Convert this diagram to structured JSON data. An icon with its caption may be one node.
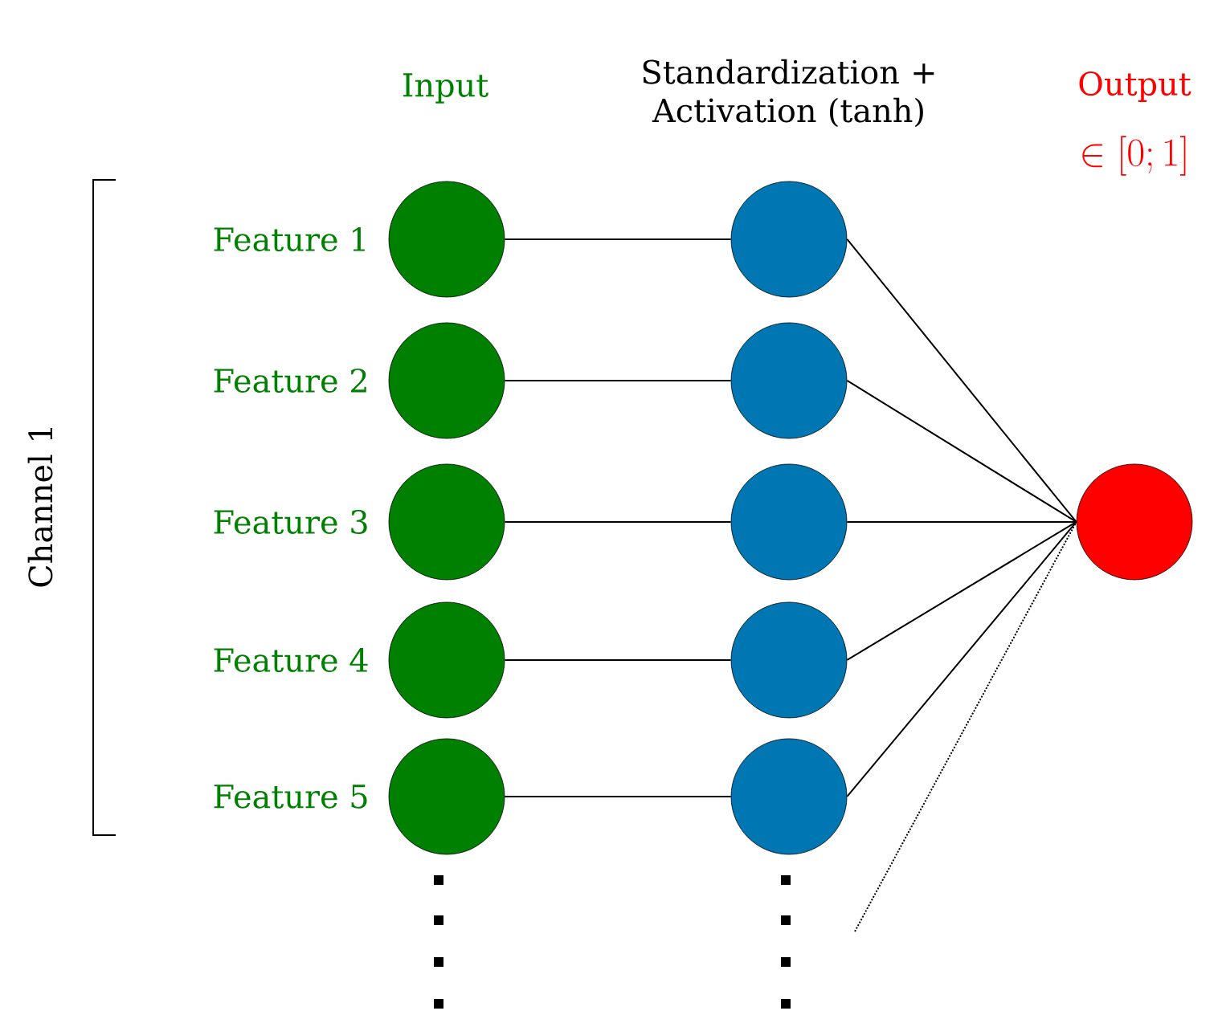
{
  "diagram": {
    "nodes": [
      {
        "text": [],
        "shape": "circle",
        "beside": [
          "Feature 1"
        ]
      },
      {
        "text": [],
        "shape": "circle",
        "beside": [
          "Feature 2"
        ]
      },
      {
        "text": [],
        "shape": "circle",
        "beside": [
          "Feature 3"
        ]
      },
      {
        "text": [],
        "shape": "circle",
        "beside": [
          "Feature 4"
        ]
      },
      {
        "text": [],
        "shape": "circle",
        "beside": [
          "Feature 5"
        ]
      },
      {
        "text": [],
        "shape": "circle"
      },
      {
        "text": [],
        "shape": "circle"
      },
      {
        "text": [],
        "shape": "circle"
      },
      {
        "text": [],
        "shape": "circle"
      },
      {
        "text": [],
        "shape": "circle"
      },
      {
        "text": [],
        "shape": "circle"
      }
    ],
    "edges": [
      {
        "from": 0,
        "to": 5,
        "arrow": "none"
      },
      {
        "from": 1,
        "to": 6,
        "arrow": "none"
      },
      {
        "from": 2,
        "to": 7,
        "arrow": "none"
      },
      {
        "from": 3,
        "to": 8,
        "arrow": "none"
      },
      {
        "from": 4,
        "to": 9,
        "arrow": "none"
      },
      {
        "from": 5,
        "to": 10,
        "arrow": "none"
      },
      {
        "from": 6,
        "to": 10,
        "arrow": "none"
      },
      {
        "from": 7,
        "to": 10,
        "arrow": "none"
      },
      {
        "from": 8,
        "to": 10,
        "arrow": "none"
      },
      {
        "from": 9,
        "to": 10,
        "arrow": "none"
      },
      {
        "from": null,
        "to": 10,
        "arrow": "none",
        "style": "dashed"
      }
    ],
    "labels": [
      "Input",
      "Standardization + Activation (tanh)",
      "Output",
      "\\in [0;1]",
      "Channel 1"
    ]
  }
}
